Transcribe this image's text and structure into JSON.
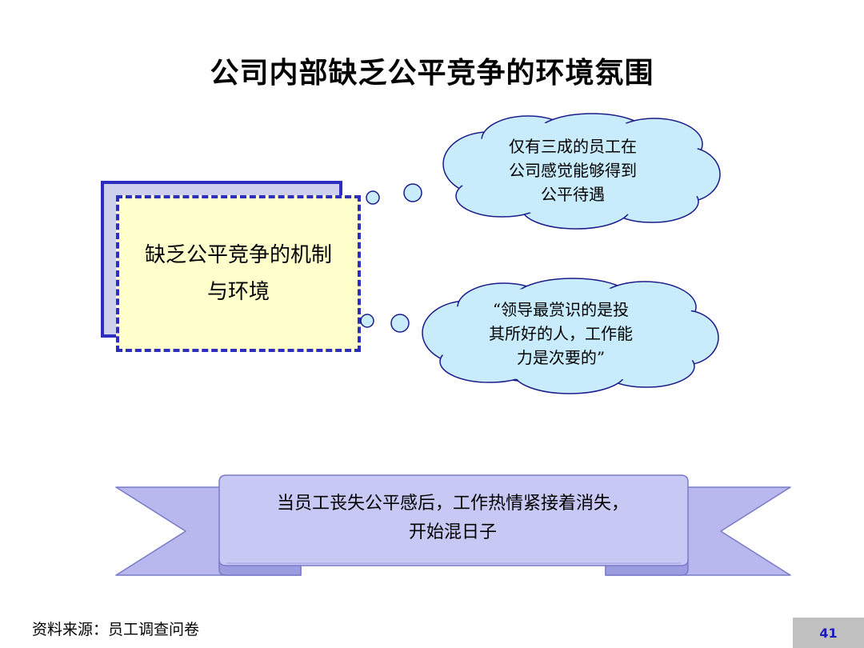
{
  "title": "公司内部缺乏公平竞争的环境氛围",
  "main_box": {
    "text": "缺乏公平竞争的机制\n与环境"
  },
  "clouds": [
    {
      "text": "仅有三成的员工在\n公司感觉能够得到\n公平待遇"
    },
    {
      "text": "“领导最赏识的是投\n其所好的人，工作能\n力是次要的”"
    }
  ],
  "banner": {
    "text": "当员工丧失公平感后，工作热情紧接着消失，\n开始混日子"
  },
  "source": "资料来源：员工调查问卷",
  "page_number": "41",
  "colors": {
    "box_border": "#2d2dc0",
    "box_fill": "#ffffcc",
    "cloud_fill": "#c8ecfc",
    "banner_fill": "#c8c8f4"
  }
}
